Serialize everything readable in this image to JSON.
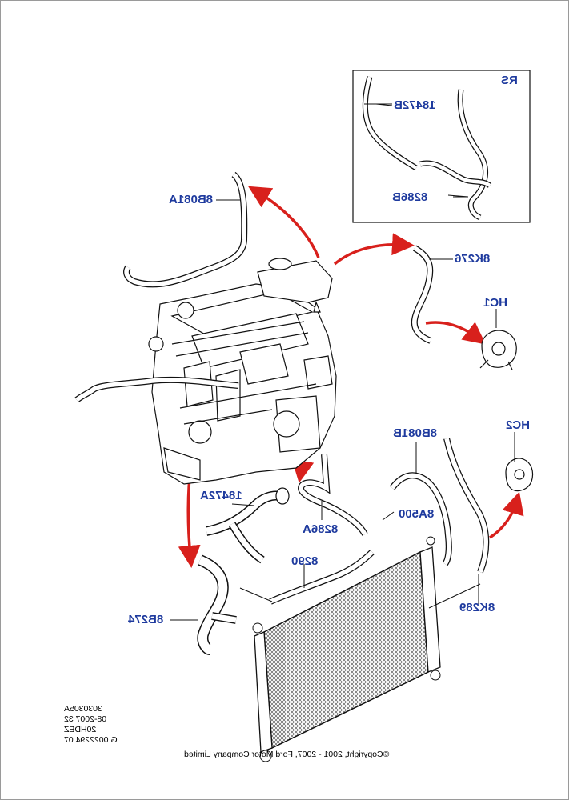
{
  "labels": {
    "rs": "RS",
    "p18472B": "18472B",
    "p8286B": "8286B",
    "p8B081A": "8B081A",
    "p8K276": "8K276",
    "hc1": "HC1",
    "hc2": "HC2",
    "p8B081B": "8B081B",
    "p18472A": "18472A",
    "p8A500": "8A500",
    "p8286A": "8286A",
    "p8290": "8290",
    "p8K289": "8K289",
    "p8B274": "8B274"
  },
  "notes": {
    "line1": "3030305A",
    "line2": "08-2007 32",
    "line3": "20HDEZ",
    "line4": "G 0022294 07"
  },
  "copyright": "©Copyright, 2001 - 2007, Ford Motor Company Limited",
  "colors": {
    "label": "#1e3a9e",
    "arrow": "#d8201c",
    "line": "#111111"
  }
}
